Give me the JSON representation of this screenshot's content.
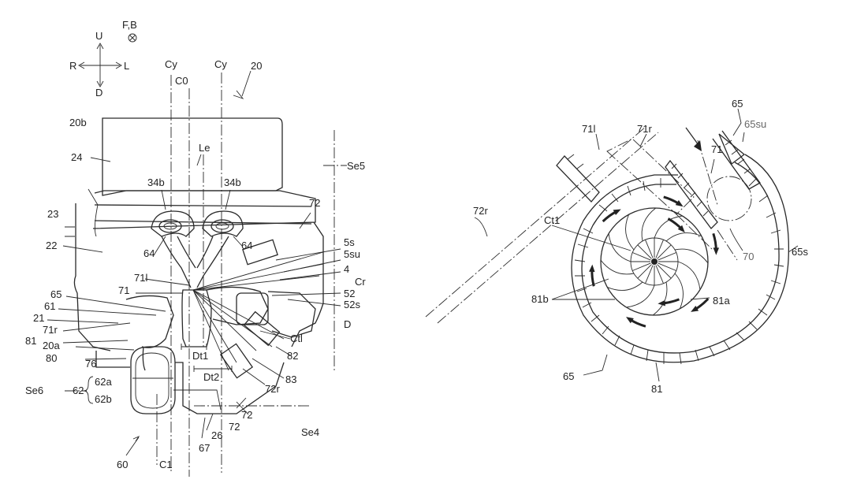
{
  "left_figure": {
    "axes": {
      "up": "U",
      "down": "D",
      "right": "R",
      "left": "L",
      "fb": "F,B"
    },
    "labels": {
      "cy_left": "Cy",
      "cy_right": "Cy",
      "c0": "C0",
      "ref_20": "20",
      "ref_20b": "20b",
      "ref_24": "24",
      "le": "Le",
      "se5": "Se5",
      "ref_34b_l": "34b",
      "ref_34b_r": "34b",
      "ref_23": "23",
      "ref_72_top": "72",
      "ref_22": "22",
      "ref_64_l": "64",
      "ref_64_r": "64",
      "ref_5s": "5s",
      "ref_5su": "5su",
      "ref_4": "4",
      "ref_71l": "71l",
      "cr": "Cr",
      "ref_71": "71",
      "ref_52": "52",
      "ref_65": "65",
      "ref_52s": "52s",
      "ref_61": "61",
      "ref_21": "21",
      "ref_d": "D",
      "ref_71r": "71r",
      "ref_81": "81",
      "ctl": "Ctl",
      "ref_20a": "20a",
      "ref_80": "80",
      "dt1": "Dt1",
      "ref_82": "82",
      "ref_76": "76",
      "dt2": "Dt2",
      "ref_83": "83",
      "ref_62a": "62a",
      "se6": "Se6",
      "ref_62": "62",
      "ref_72r": "72r",
      "ref_62b": "62b",
      "ref_72_a": "72",
      "ref_72_b": "72",
      "se4": "Se4",
      "ref_26": "26",
      "ref_67": "67",
      "ref_60": "60",
      "c1": "C1"
    }
  },
  "right_figure": {
    "labels": {
      "ref_65_top": "65",
      "ref_71l": "71l",
      "ref_71r": "71r",
      "ref_65su": "65su",
      "ref_71": "71",
      "ref_72r": "72r",
      "ct1": "Ct1",
      "ref_70": "70",
      "ref_65s": "65s",
      "ref_81b": "81b",
      "ref_81a": "81a",
      "ref_65_bottom": "65",
      "ref_81": "81"
    }
  }
}
